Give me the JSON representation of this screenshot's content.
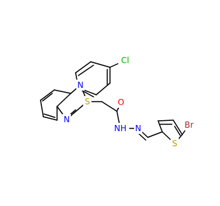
{
  "atoms": {
    "cl": "Cl",
    "n1": "N",
    "n2": "N",
    "s_thioether": "S",
    "o": "O",
    "nh": "NH",
    "n_hydrazone": "N",
    "s_thiophene": "S",
    "br": "Br"
  },
  "colors": {
    "bond": "#000000",
    "nitrogen": "#0000ff",
    "sulfur": "#b8a000",
    "oxygen": "#ff0000",
    "chlorine": "#00b000",
    "bromine": "#a52a2a"
  }
}
